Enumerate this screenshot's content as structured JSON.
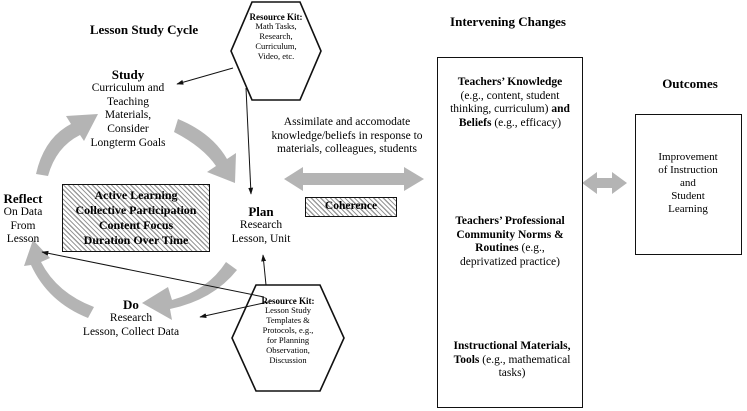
{
  "titles": {
    "cycle": "Lesson Study Cycle",
    "changes": "Intervening Changes",
    "outcomes": "Outcomes"
  },
  "study": {
    "title": "Study",
    "lines": [
      "Curriculum and",
      "Teaching",
      "Materials,",
      "Consider",
      "Longterm Goals"
    ]
  },
  "plan": {
    "title": "Plan",
    "lines": [
      "Research",
      "Lesson, Unit"
    ]
  },
  "do": {
    "title": "Do",
    "lines": [
      "Research",
      "Lesson, Collect Data"
    ]
  },
  "reflect": {
    "title": "Reflect",
    "lines": [
      "On Data",
      "From",
      "Lesson"
    ]
  },
  "features": [
    "Active Learning",
    "Collective Participation",
    "Content Focus",
    "Duration Over Time"
  ],
  "resource_kit_top": {
    "title": "Resource Kit:",
    "lines": [
      "Math Tasks,",
      "Research,",
      "Curriculum,",
      "Video, etc."
    ]
  },
  "resource_kit_bottom": {
    "title": "Resource Kit:",
    "lines": [
      "Lesson Study",
      "Templates &",
      "Protocols, e.g.,",
      "for Planning",
      "Observation,",
      "Discussion"
    ]
  },
  "assimilate": [
    "Assimilate and accomodate",
    "knowledge/beliefs in response to",
    "materials, colleagues, students"
  ],
  "coherence": "Coherence",
  "knowledge": {
    "b1": "Teachers’ Knowledge",
    "n1": " (e.g., content, student thinking, curriculum) ",
    "b2": "and Beliefs",
    "n2": " (e.g., efficacy)"
  },
  "community": {
    "b1": "Teachers’ Professional Community Norms & Routines",
    "n1": " (e.g., deprivatized practice)"
  },
  "materials": {
    "b1": "Instructional Materials, Tools",
    "n1": " (e.g., mathematical tasks)"
  },
  "outcome_text": [
    "Improvement",
    "of Instruction",
    "and",
    "Student",
    "Learning"
  ],
  "colors": {
    "arrow_gray": "#b4b4b4",
    "line": "#111111",
    "hatch": "#9a9a9a"
  }
}
